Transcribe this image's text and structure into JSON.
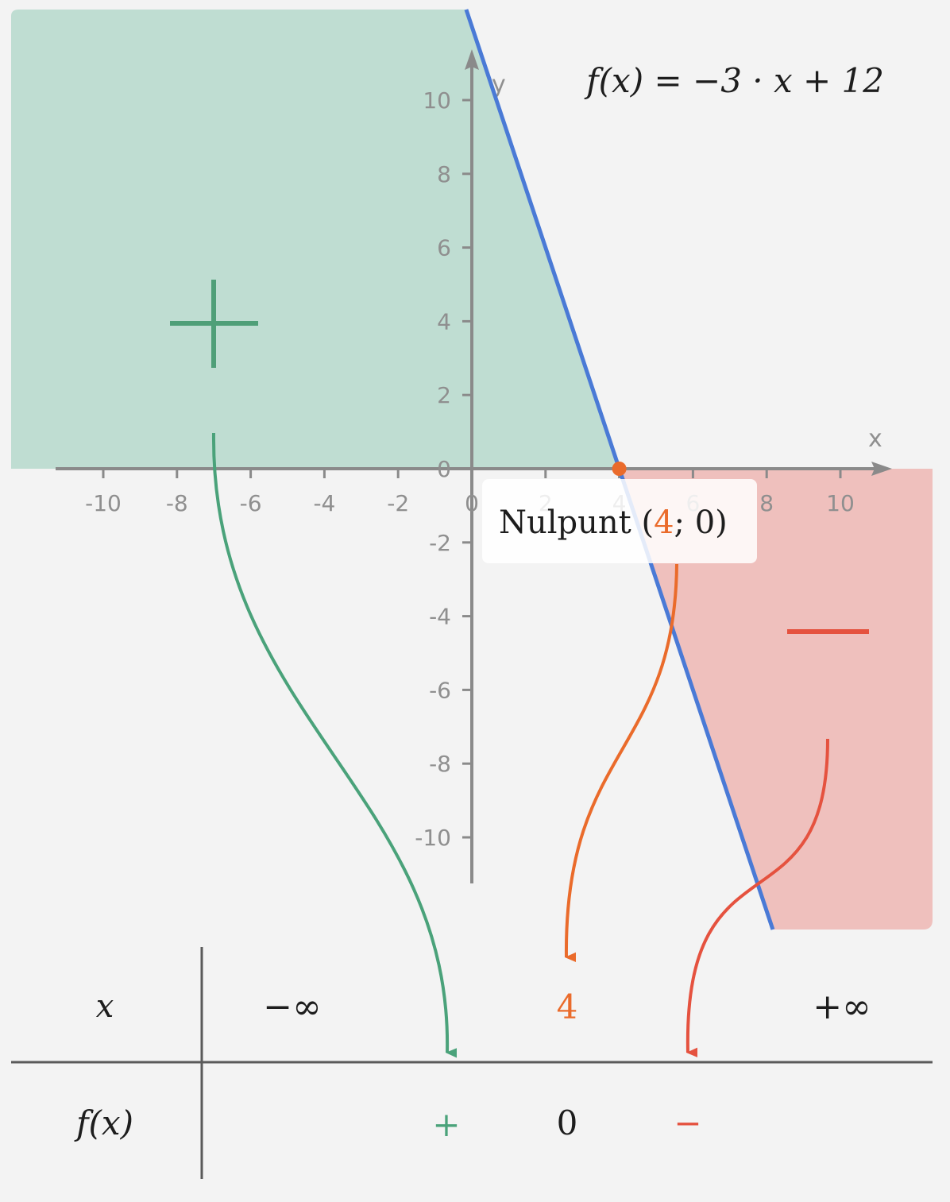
{
  "function_label": "f(x) = −3 · x + 12",
  "axes": {
    "x_name": "x",
    "y_name": "y",
    "x_ticks": [
      -10,
      -8,
      -6,
      -4,
      -2,
      0,
      2,
      4,
      6,
      8,
      10
    ],
    "y_ticks": [
      -10,
      -8,
      -6,
      -4,
      -2,
      0,
      2,
      4,
      6,
      8,
      10
    ],
    "x_range": [
      -11.5,
      11.5
    ],
    "y_range": [
      -11.5,
      11.5
    ]
  },
  "line": {
    "slope": -3,
    "intercept": 12,
    "color": "#4a7ad6"
  },
  "zero_point": {
    "label_prefix": "Nulpunt (",
    "x_value": "4",
    "label_suffix": "; 0)",
    "x": 4,
    "y": 0,
    "color": "#ea6b2b"
  },
  "regions": {
    "positive": {
      "color": "#bfddd2",
      "sign_color": "#4f9f78"
    },
    "negative": {
      "color": "#efc0bd",
      "sign_color": "#e5523f"
    }
  },
  "sign_table": {
    "row_x_label": "x",
    "row_f_label": "f(x)",
    "x_values": [
      "−∞",
      "4",
      "+∞"
    ],
    "f_values": [
      "+",
      "0",
      "−"
    ],
    "line_color": "#5a5a5a"
  },
  "arrow_colors": {
    "positive": "#4aa27a",
    "zero": "#ea6b2b",
    "negative": "#e5523f"
  }
}
